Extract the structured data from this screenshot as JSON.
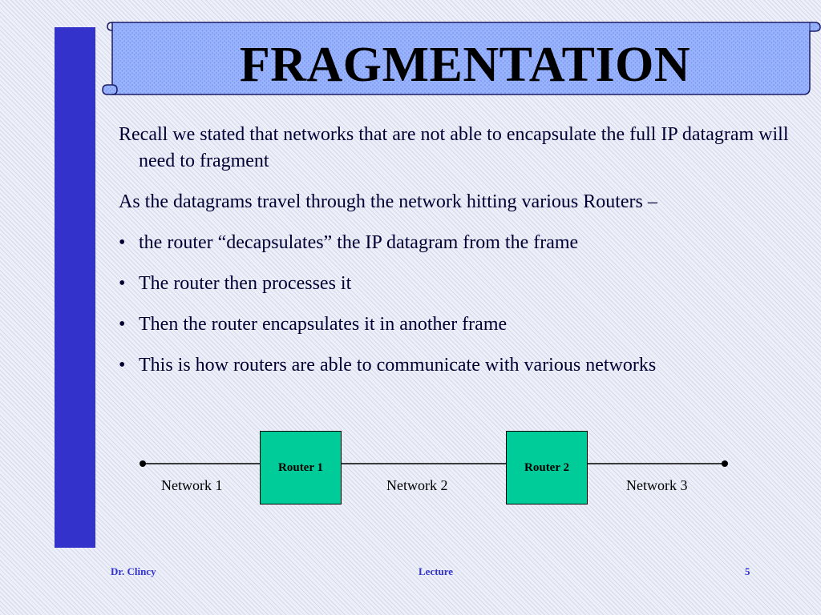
{
  "slide": {
    "title": "FRAGMENTATION",
    "paragraphs": [
      "Recall we stated that networks that are not able to encapsulate the full IP datagram will need to fragment",
      "As the datagrams travel through the network hitting various Routers –"
    ],
    "bullets": [
      "the router “decapsulates” the IP datagram from the frame",
      "The router then processes it",
      "Then the router encapsulates it in another frame",
      "This is how routers are able to communicate with various networks"
    ],
    "bullet_glyph": "•"
  },
  "diagram": {
    "routers": [
      "Router 1",
      "Router 2"
    ],
    "networks": [
      "Network 1",
      "Network 2",
      "Network 3"
    ]
  },
  "footer": {
    "author": "Dr. Clincy",
    "center": "Lecture",
    "page": "5"
  },
  "colors": {
    "side_bar": "#3333cc",
    "title_fill": "#99b3ff",
    "router_fill": "#00cc99",
    "footer_text": "#3333cc"
  }
}
